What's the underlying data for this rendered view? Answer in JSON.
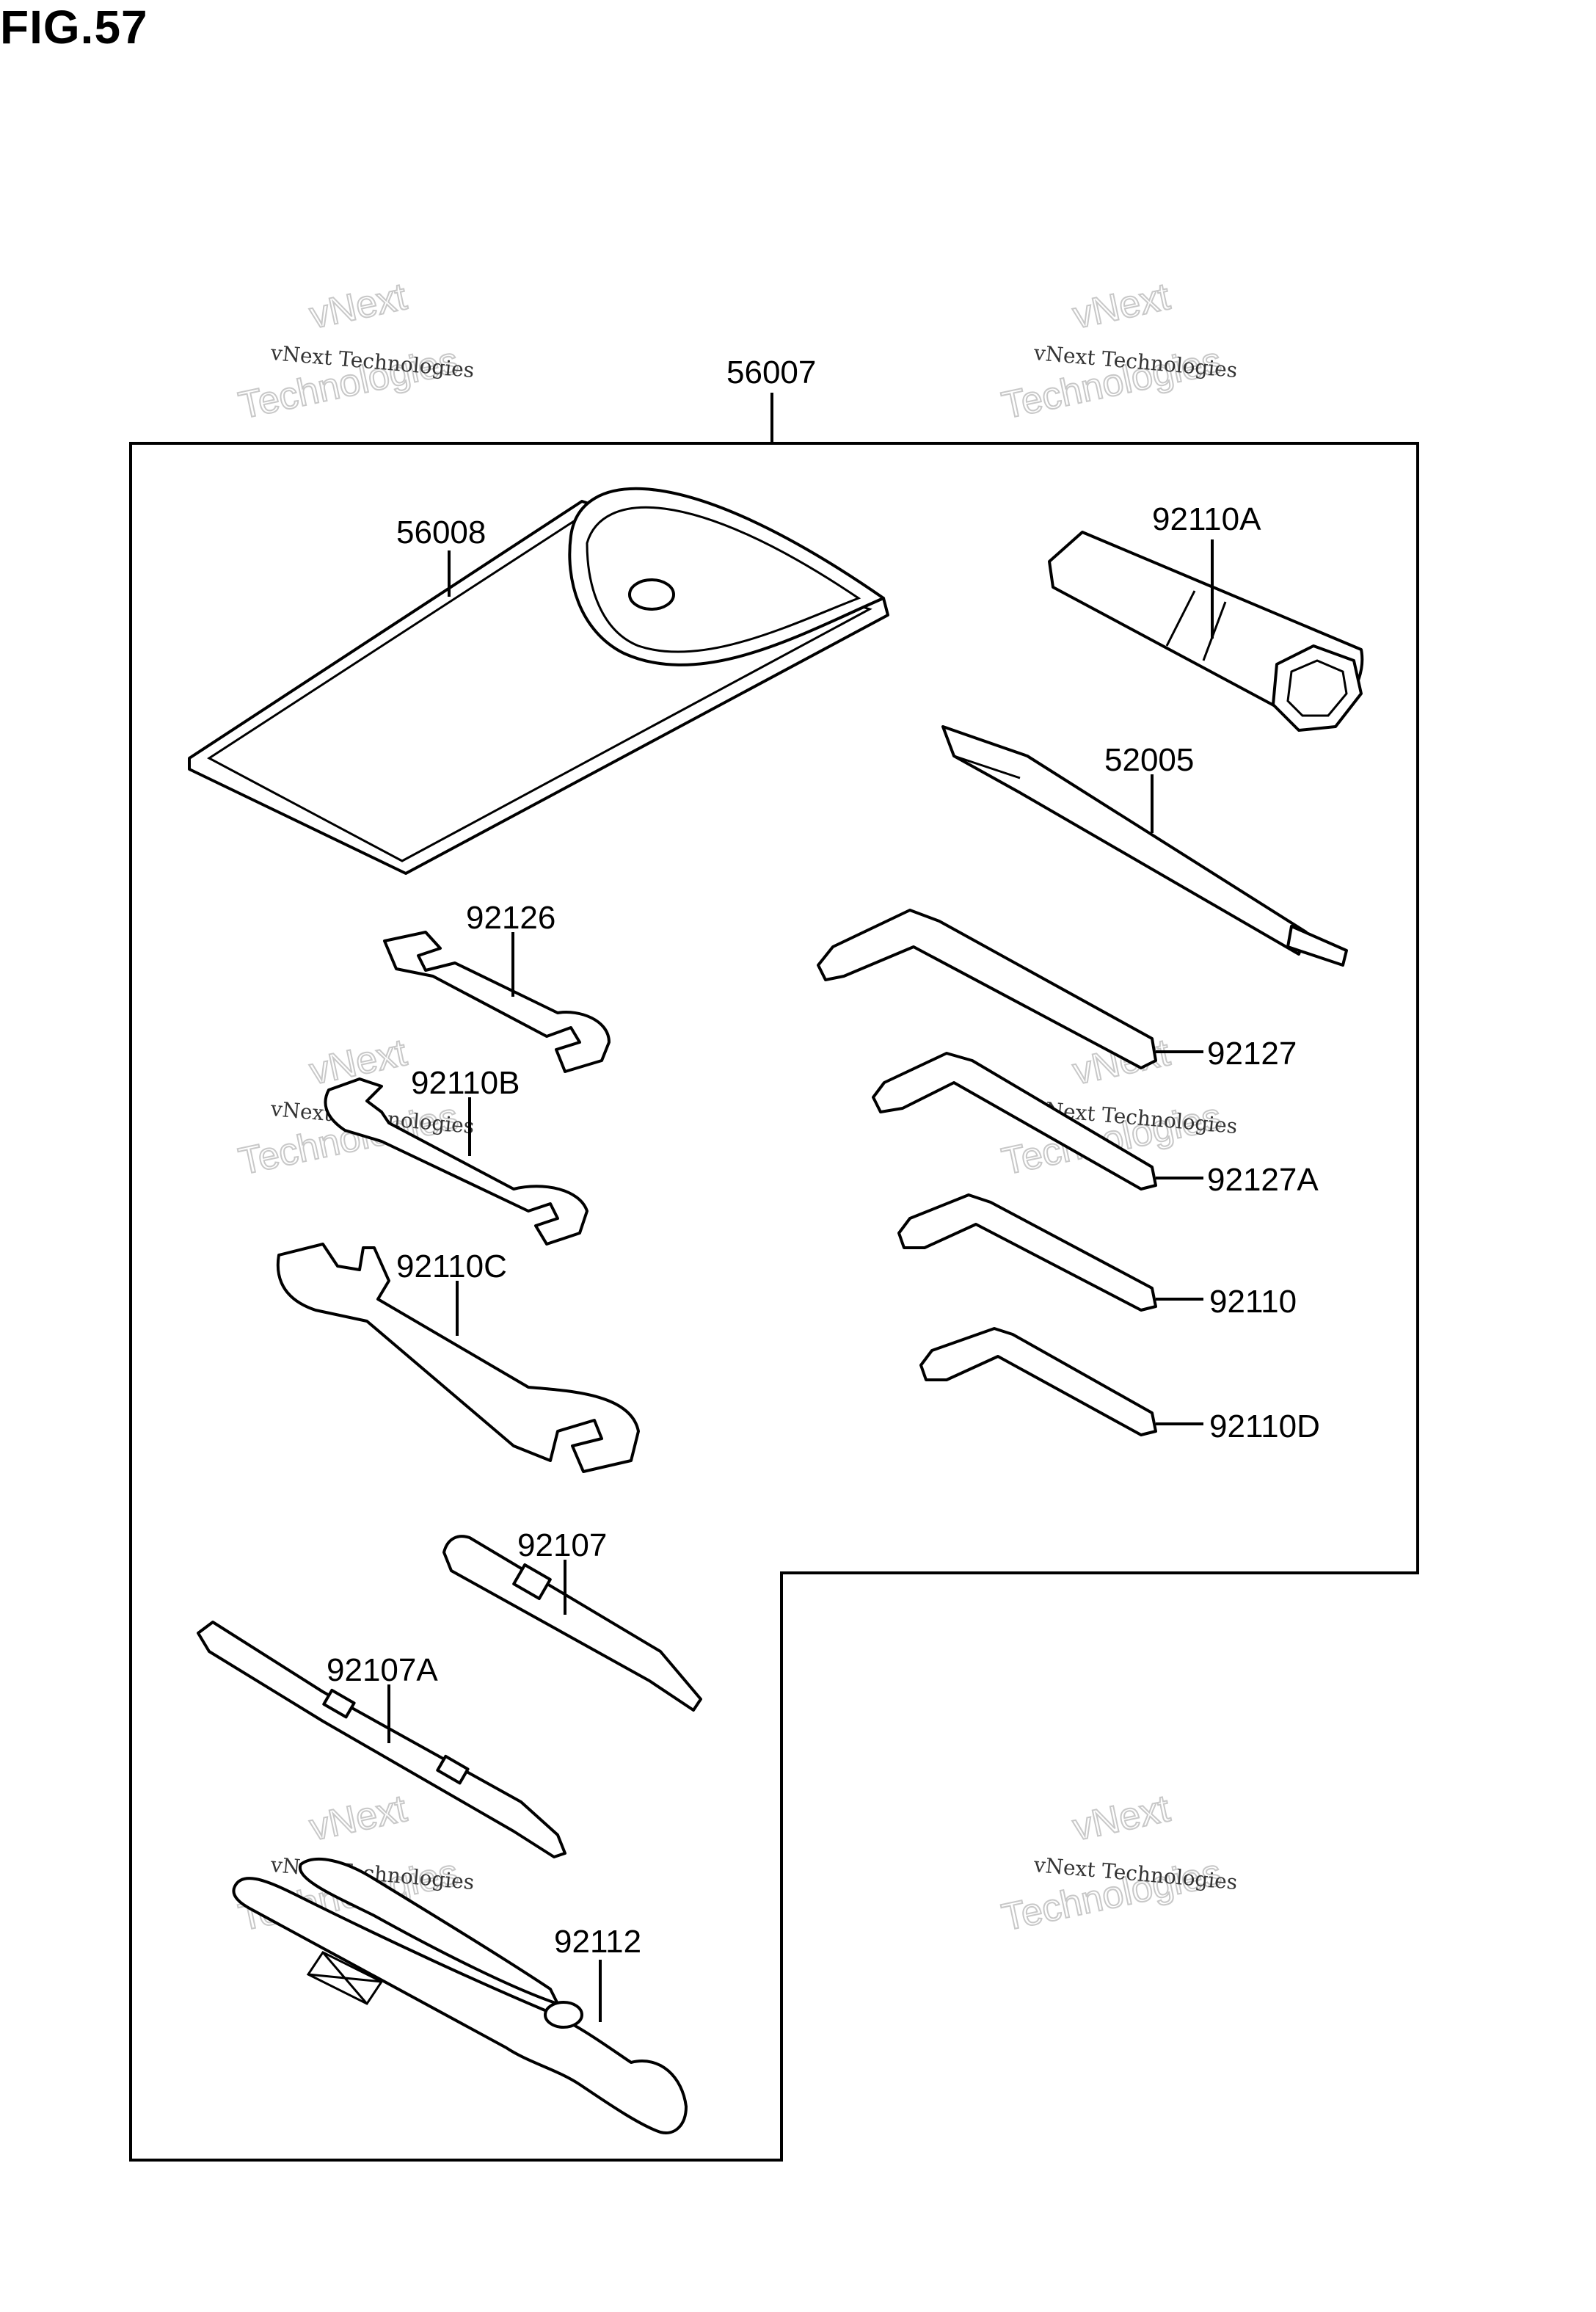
{
  "figure_title": "FIG.57",
  "parts": {
    "kit": "56007",
    "bag": "56008",
    "plug_wrench": "92110A",
    "plug_wrench_handle": "52005",
    "wrench_92126": "92126",
    "wrench_92110B": "92110B",
    "wrench_92110C": "92110C",
    "hex_92127": "92127",
    "hex_92127A": "92127A",
    "hex_92110": "92110",
    "hex_92110D": "92110D",
    "screwdriver": "92107",
    "screwdriver_handle": "92107A",
    "pliers": "92112"
  },
  "watermark": {
    "small": "vNext Technologies",
    "big_top": "vNext",
    "big_bottom": "Technologies"
  }
}
